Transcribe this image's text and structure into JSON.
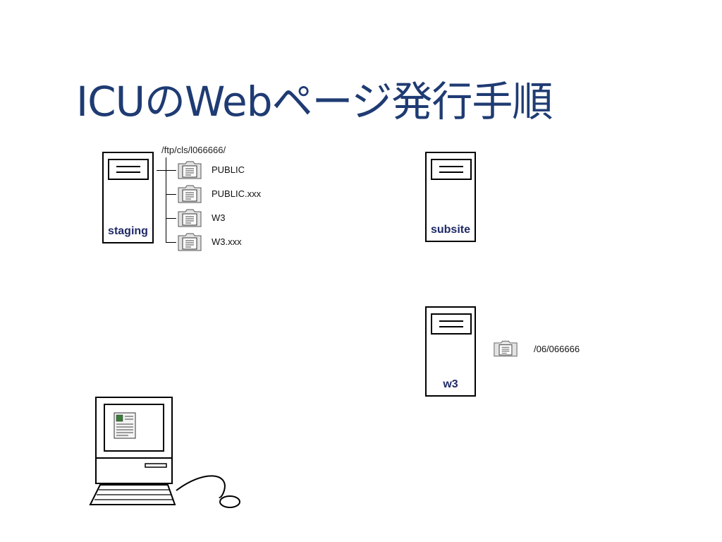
{
  "title": "ICUのWebページ発行手順",
  "staging": {
    "label": "staging",
    "path": "/ftp/cls/l066666/",
    "files": [
      "PUBLIC",
      "PUBLIC.xxx",
      "W3",
      "W3.xxx"
    ]
  },
  "subsite": {
    "label": "subsite"
  },
  "w3": {
    "label": "w3",
    "path": "/06/066666"
  }
}
